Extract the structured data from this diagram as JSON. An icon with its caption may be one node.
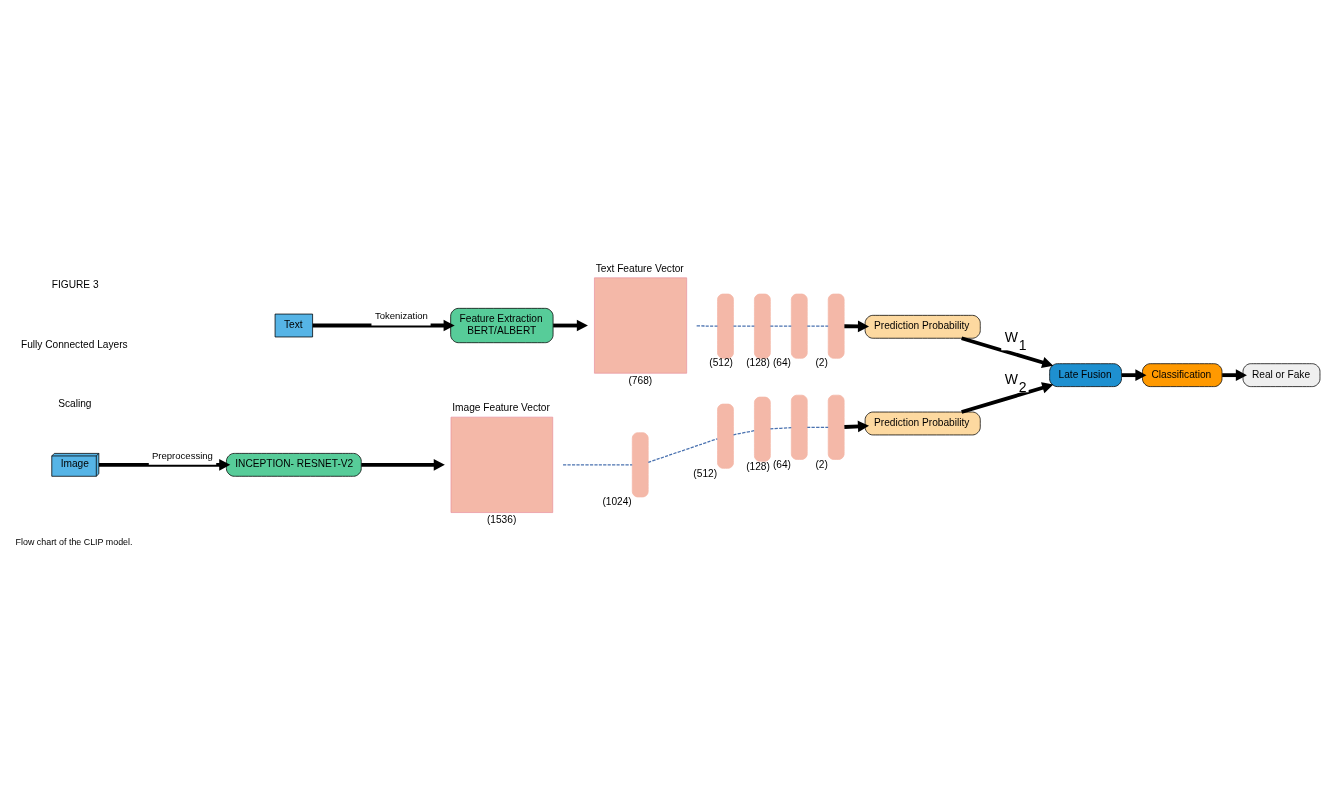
{
  "diagram": {
    "caption": "Flow chart of the CLIP model.",
    "nodes": [
      {
        "text": [
          "Text"
        ]
      },
      {
        "text": [
          "Feature Extraction",
          "BERT/ALBERT"
        ]
      },
      {
        "text": [
          "Text Feature Vector"
        ],
        "beside": [
          "(768)"
        ]
      },
      {
        "text": [],
        "shape": "bar",
        "beside": [
          "(512)"
        ]
      },
      {
        "text": [],
        "shape": "bar",
        "beside": [
          "(128)"
        ]
      },
      {
        "text": [],
        "shape": "bar",
        "beside": [
          "(64)"
        ]
      },
      {
        "text": [],
        "shape": "bar",
        "beside": [
          "(2)"
        ]
      },
      {
        "text": [
          "Prediction Probability"
        ]
      },
      {
        "text": [
          "Image"
        ]
      },
      {
        "text": [
          "INCEPTION- RESNET-V2"
        ]
      },
      {
        "text": [
          "Image Feature Vector"
        ],
        "beside": [
          "(1536)"
        ]
      },
      {
        "text": [],
        "shape": "bar",
        "beside": [
          "(1024)"
        ]
      },
      {
        "text": [],
        "shape": "bar",
        "beside": [
          "(512)"
        ]
      },
      {
        "text": [],
        "shape": "bar",
        "beside": [
          "(128)"
        ]
      },
      {
        "text": [],
        "shape": "bar",
        "beside": [
          "(64)"
        ]
      },
      {
        "text": [],
        "shape": "bar",
        "beside": [
          "(2)"
        ]
      },
      {
        "text": [
          "Prediction Probability"
        ]
      },
      {
        "text": [
          "Late Fusion"
        ]
      },
      {
        "text": [
          "Classification"
        ]
      },
      {
        "text": [
          "Real or Fake"
        ]
      }
    ],
    "edges": [
      {
        "from": 0,
        "to": 1,
        "arrow": "to",
        "label": "Tokenization"
      },
      {
        "from": 1,
        "to": 2,
        "arrow": "to"
      },
      {
        "from": 2,
        "to": 3,
        "arrow": "none",
        "style": "dashed",
        "color": "#4a72b0"
      },
      {
        "from": 3,
        "to": 4,
        "arrow": "none",
        "style": "dashed",
        "color": "#4a72b0"
      },
      {
        "from": 4,
        "to": 5,
        "arrow": "none",
        "style": "dashed",
        "color": "#4a72b0"
      },
      {
        "from": 5,
        "to": 6,
        "arrow": "none",
        "style": "dashed",
        "color": "#4a72b0"
      },
      {
        "from": 6,
        "to": 7,
        "arrow": "to"
      },
      {
        "from": 7,
        "to": 17,
        "arrow": "to",
        "label": "W$_{1}$"
      },
      {
        "from": 8,
        "to": 9,
        "arrow": "to",
        "label": "Preprocessing"
      },
      {
        "from": 9,
        "to": 10,
        "arrow": "to"
      },
      {
        "from": 10,
        "to": 11,
        "arrow": "none",
        "style": "dashed",
        "color": "#4a72b0"
      },
      {
        "from": 11,
        "to": 12,
        "arrow": "none",
        "style": "dashed",
        "color": "#4a72b0"
      },
      {
        "from": 12,
        "to": 13,
        "arrow": "none",
        "style": "dashed",
        "color": "#4a72b0"
      },
      {
        "from": 13,
        "to": 14,
        "arrow": "none",
        "style": "dashed",
        "color": "#4a72b0"
      },
      {
        "from": 14,
        "to": 15,
        "arrow": "none",
        "style": "dashed",
        "color": "#4a72b0"
      },
      {
        "from": 15,
        "to": 16,
        "arrow": "to"
      },
      {
        "from": 16,
        "to": 17,
        "arrow": "to",
        "label": "W$_{2}$"
      },
      {
        "from": 17,
        "to": 18,
        "arrow": "to"
      },
      {
        "from": 18,
        "to": 19,
        "arrow": "to"
      }
    ],
    "labels": [
      "Scaling",
      "Fully Connected Layers",
      "FIGURE 3"
    ]
  }
}
